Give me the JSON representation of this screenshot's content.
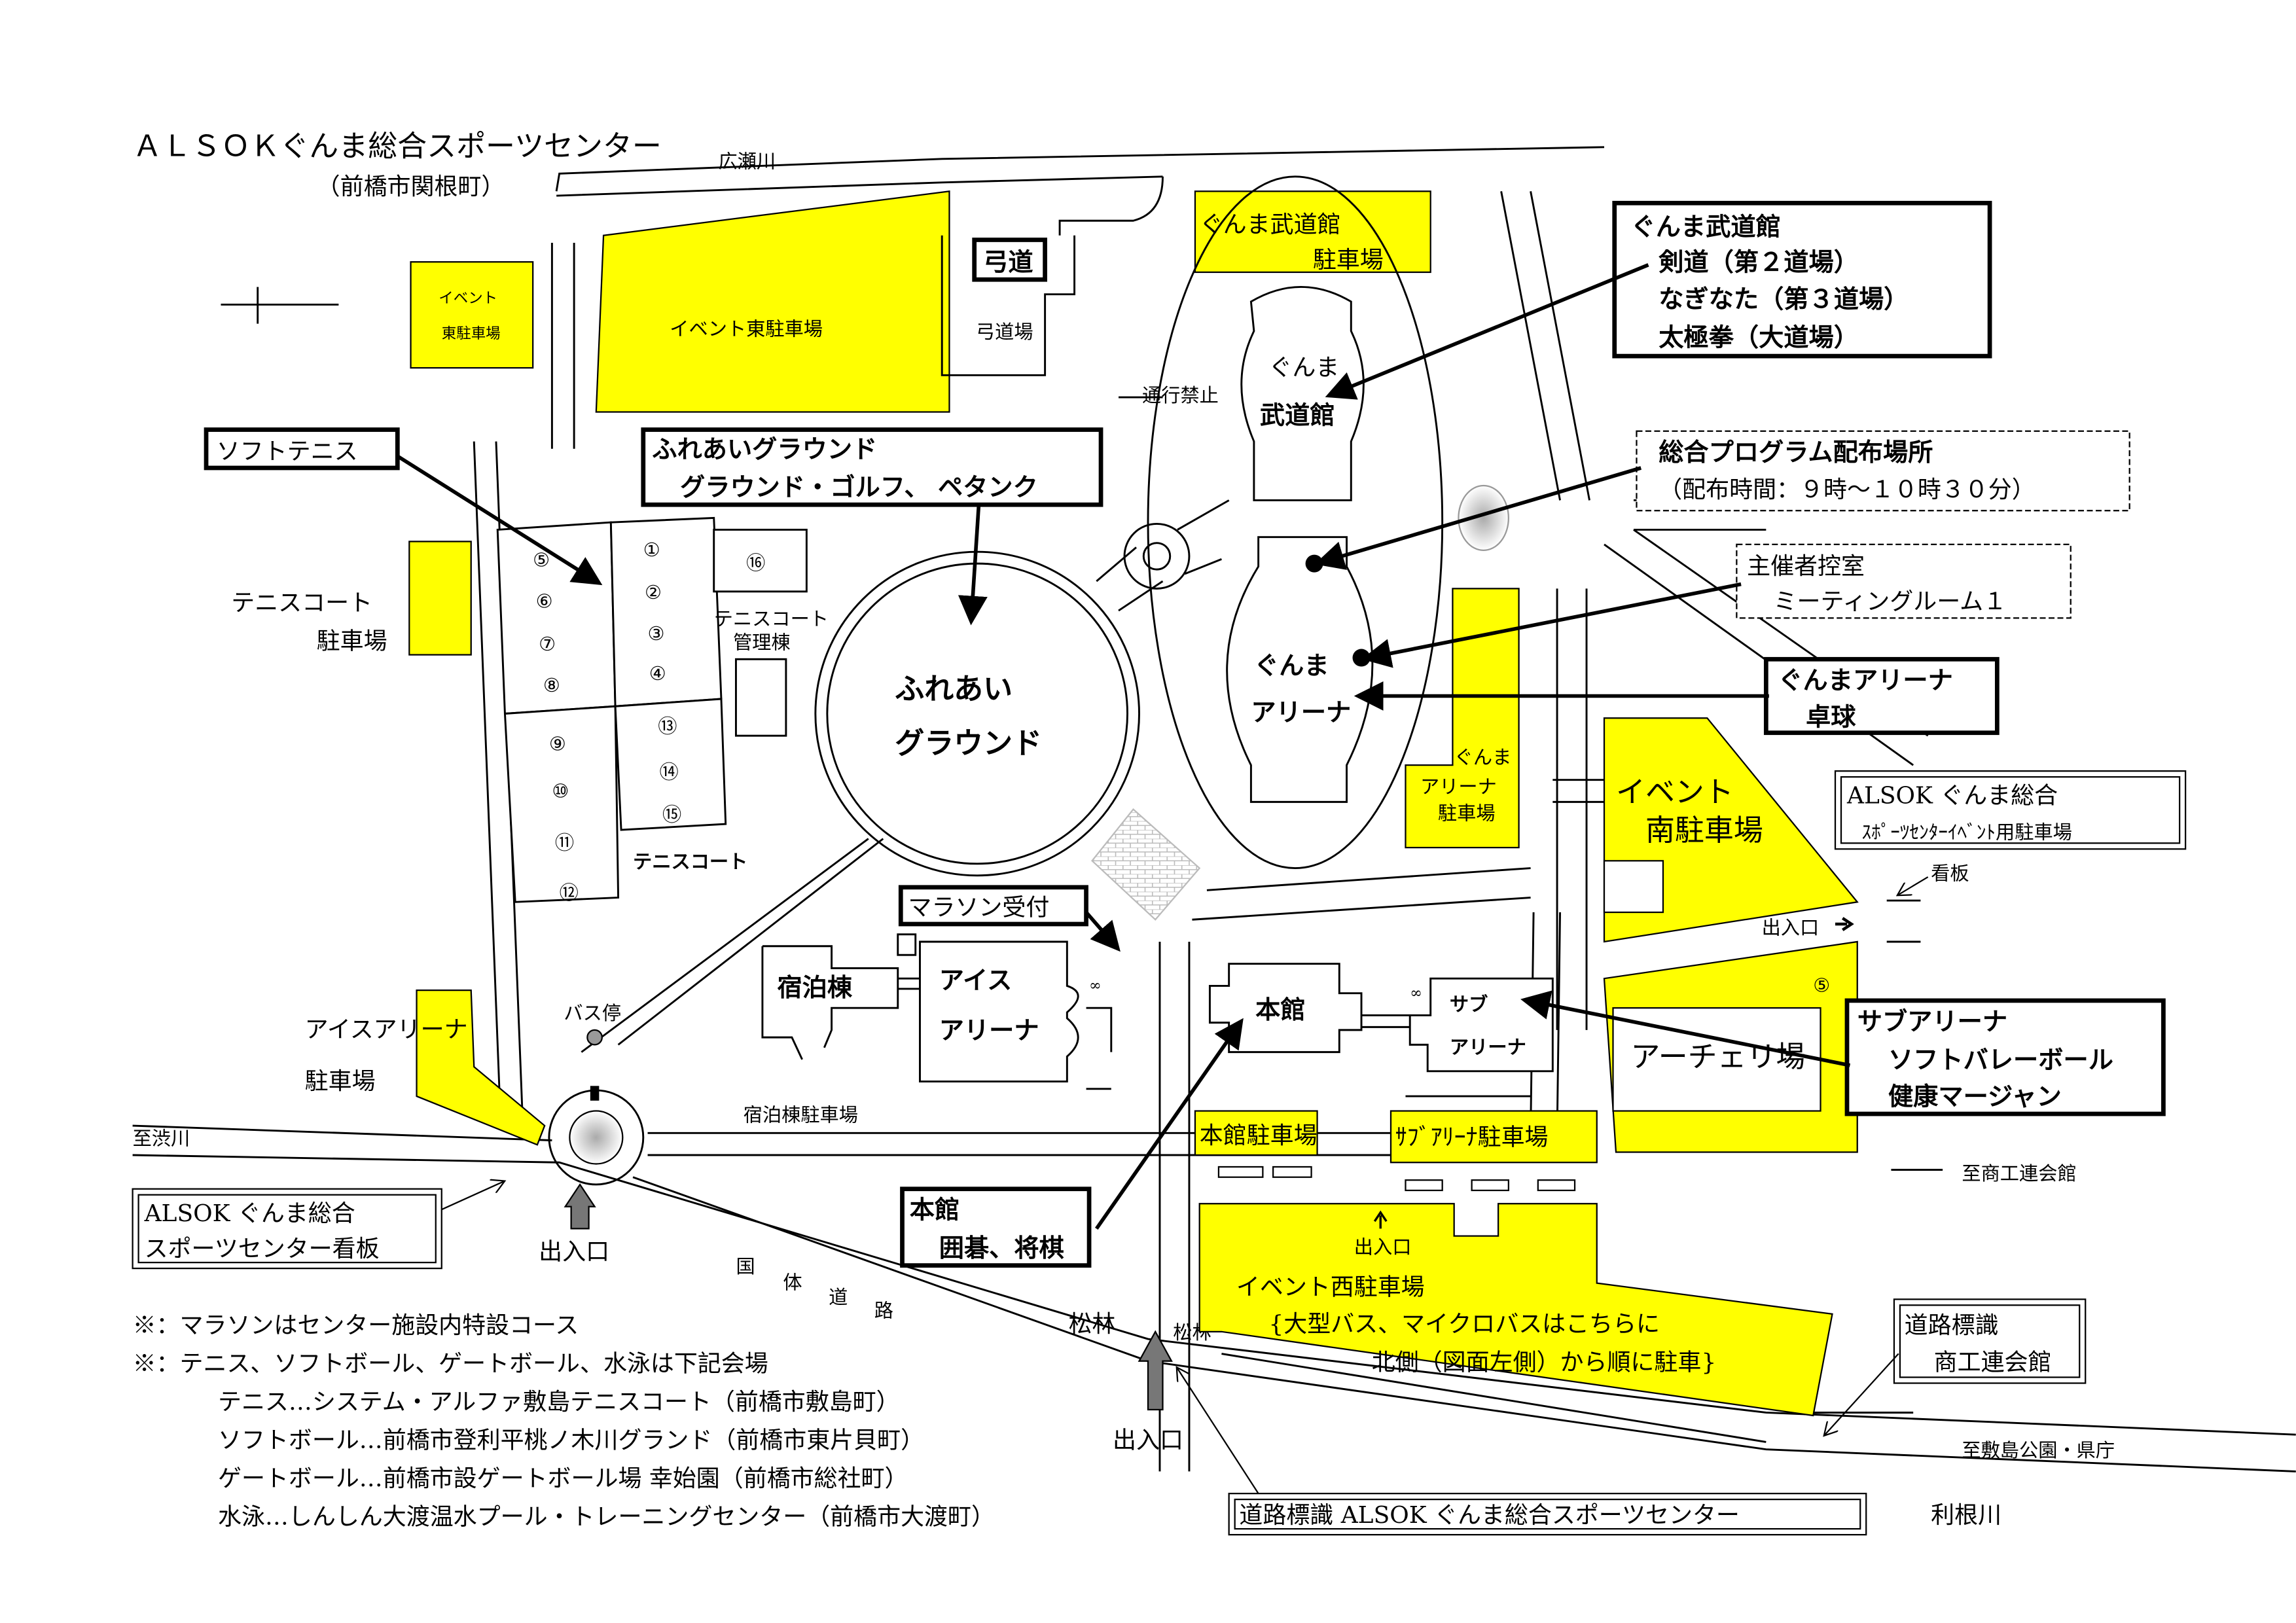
{
  "title": "ＡＬＳＯＫぐんま総合スポーツセンター",
  "subtitle": "（前橋市関根町）",
  "colors": {
    "parking": "#ffff00",
    "line": "#000000",
    "gray": "#bbbbbb"
  },
  "places": {
    "river_hirose": "広瀬川",
    "river_tone": "利根川",
    "to_shibukawa": "至渋川",
    "to_shokoren": "至商工連会館",
    "to_shikishima": "至敷島公園・県庁",
    "national_road": [
      "国",
      "体",
      "道",
      "路"
    ],
    "matsubayashi1": "松林",
    "matsubayashi2": "松林",
    "no_entry": "通行禁止",
    "bus_stop": "バス停",
    "signboard": "看板",
    "entrance_main": "出入口",
    "entrance_south": "出入口",
    "entrance_east": "出入口",
    "entrance_west": "出入口"
  },
  "parking": {
    "event_east_small": [
      "イベント",
      "東駐車場"
    ],
    "event_east": "イベント東駐車場",
    "budokan": [
      "ぐんま武道館",
      "駐車場"
    ],
    "tennis": [
      "テニスコート",
      "駐車場"
    ],
    "arena": [
      "ぐんま",
      "アリーナ",
      "駐車場"
    ],
    "event_south": [
      "イベント",
      "南駐車場"
    ],
    "ice": [
      "アイスアリーナ",
      "駐車場"
    ],
    "honkan": "本館駐車場",
    "sub_arena": "ｻﾌﾞｱﾘｰﾅ駐車場",
    "lodging": "宿泊棟駐車場",
    "event_west": [
      "イベント西駐車場",
      "{大型バス、マイクロバスはこちらに",
      "北側（図面左側）から順に駐車}"
    ],
    "archery_number": "⑤"
  },
  "facilities": {
    "kyudo_label": "弓道",
    "kyudo_hall": "弓道場",
    "budokan": [
      "ぐんま",
      "武道館"
    ],
    "arena": [
      "ぐんま",
      "アリーナ"
    ],
    "ground": [
      "ふれあい",
      "グラウンド"
    ],
    "tennis_office": [
      "テニスコート",
      "管理棟"
    ],
    "tennis_court": "テニスコート",
    "court_numbers": [
      "⑤",
      "⑥",
      "⑦",
      "⑧",
      "①",
      "②",
      "③",
      "④",
      "⑨",
      "⑩",
      "⑪",
      "⑫",
      "⑬",
      "⑭",
      "⑮",
      "⑯"
    ],
    "lodging": "宿泊棟",
    "ice_arena": [
      "アイス",
      "アリーナ"
    ],
    "honkan": "本館",
    "sub_arena": [
      "サブ",
      "アリーナ"
    ],
    "archery": "アーチェリ場"
  },
  "callouts": {
    "budokan": [
      "ぐんま武道館",
      "剣道（第２道場）",
      "なぎなた（第３道場）",
      "太極拳（大道場）"
    ],
    "program": [
      "総合プログラム配布場所",
      "（配布時間：９時～１０時３０分）"
    ],
    "organizer": [
      "主催者控室",
      "ミーティングルーム１"
    ],
    "arena": [
      "ぐんまアリーナ",
      "卓球"
    ],
    "event_parking_sign": [
      "ALSOK ぐんま総合",
      "ｽﾎﾟｰﾂｾﾝﾀｰｲﾍﾞﾝﾄ用駐車場"
    ],
    "sub_arena": [
      "サブアリーナ",
      "ソフトバレーボール",
      "健康マージャン"
    ],
    "soft_tennis": "ソフトテニス",
    "fureai": [
      "ふれあいグラウンド",
      "グラウンド・ゴルフ、 ペタンク"
    ],
    "marathon": "マラソン受付",
    "honkan": [
      "本館",
      "囲碁、将棋"
    ],
    "center_sign": [
      "ALSOK ぐんま総合",
      "スポーツセンター看板"
    ],
    "road_sign_shokoren": [
      "道路標識",
      "商工連会館"
    ],
    "road_sign_alsok": "道路標識 ALSOK ぐんま総合スポーツセンター"
  },
  "notes": [
    "※：マラソンはセンター施設内特設コース",
    "※：テニス、ソフトボール、ゲートボール、水泳は下記会場",
    "テニス…システム・アルファ敷島テニスコート（前橋市敷島町）",
    "ソフトボール…前橋市登利平桃ノ木川グランド（前橋市東片貝町）",
    "ゲートボール…前橋市設ゲートボール場 幸始園（前橋市総社町）",
    "水泳…しんしん大渡温水プール・トレーニングセンター（前橋市大渡町）"
  ]
}
